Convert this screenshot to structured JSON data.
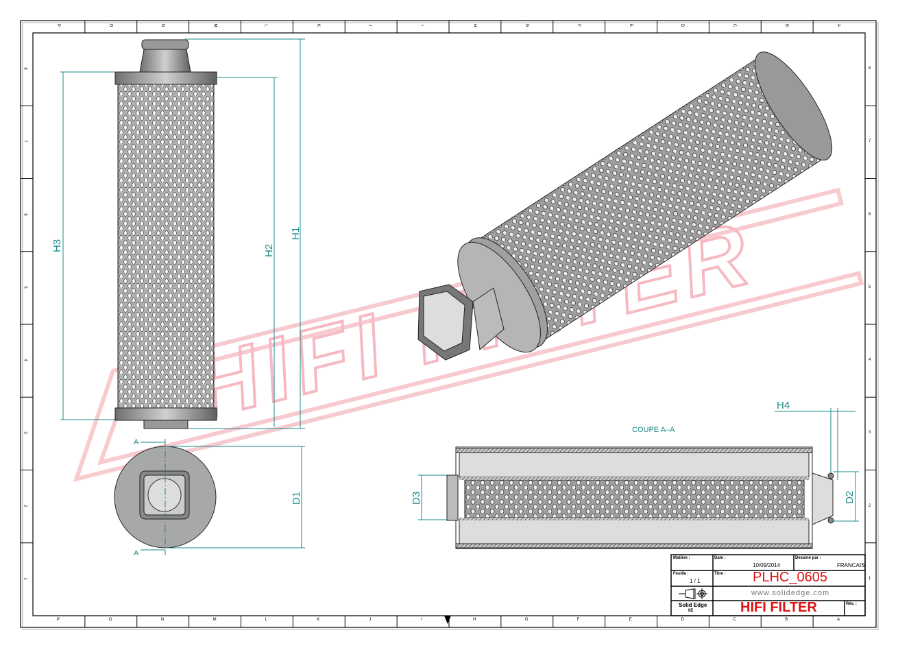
{
  "sheet": {
    "column_letters": [
      "P",
      "O",
      "N",
      "M",
      "L",
      "K",
      "J",
      "I",
      "H",
      "G",
      "F",
      "E",
      "D",
      "C",
      "B",
      "A"
    ],
    "row_numbers": [
      "1",
      "2",
      "3",
      "4",
      "5",
      "6",
      "7",
      "8"
    ]
  },
  "dimensions": {
    "h1": "H1",
    "h2": "H2",
    "h3": "H3",
    "h4": "H4",
    "d1": "D1",
    "d2": "D2",
    "d3": "D3"
  },
  "section": {
    "title": "COUPE A–A",
    "marker": "A"
  },
  "watermark": "HIFI FILTER",
  "title_block": {
    "material_label": "Matière :",
    "date_label": "Date :",
    "date": "10/09/2014",
    "drawn_by_label": "Dessiné par :",
    "drawn_by": "FRANCAIS",
    "sheet_label": "Feuille :",
    "sheet": "1 / 1",
    "title_label": "Titre :",
    "title": "PLHC_0605",
    "website": "www.solidedge.com",
    "software": "Solid Edge",
    "software_sub": "IIE",
    "company": "HIFI FILTER",
    "rev_label": "Rév. :"
  },
  "colors": {
    "dimension": "#1a8a8a",
    "red": "#e01010",
    "part": "#a8a8a8"
  }
}
